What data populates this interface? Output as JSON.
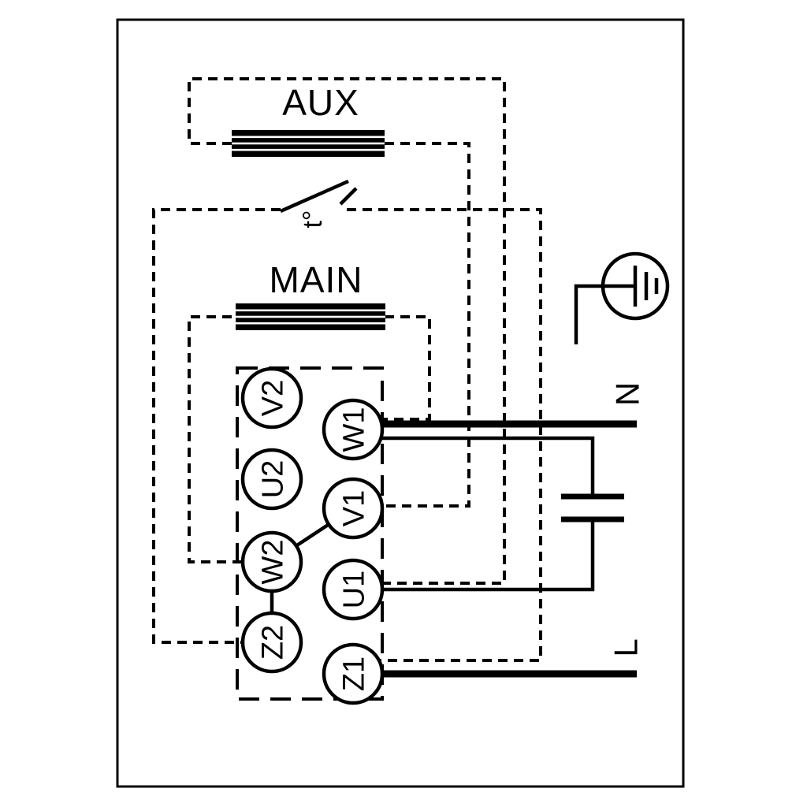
{
  "diagram": {
    "aux_label": "AUX",
    "main_label": "MAIN",
    "thermal_switch_label": "t°",
    "neutral_label": "N",
    "line_label": "L",
    "terminals": {
      "left_column": [
        "V2",
        "U2",
        "W2",
        "Z2"
      ],
      "right_column": [
        "W1",
        "V1",
        "U1",
        "Z1"
      ]
    },
    "colors": {
      "line": "#000000",
      "background": "#ffffff"
    }
  }
}
